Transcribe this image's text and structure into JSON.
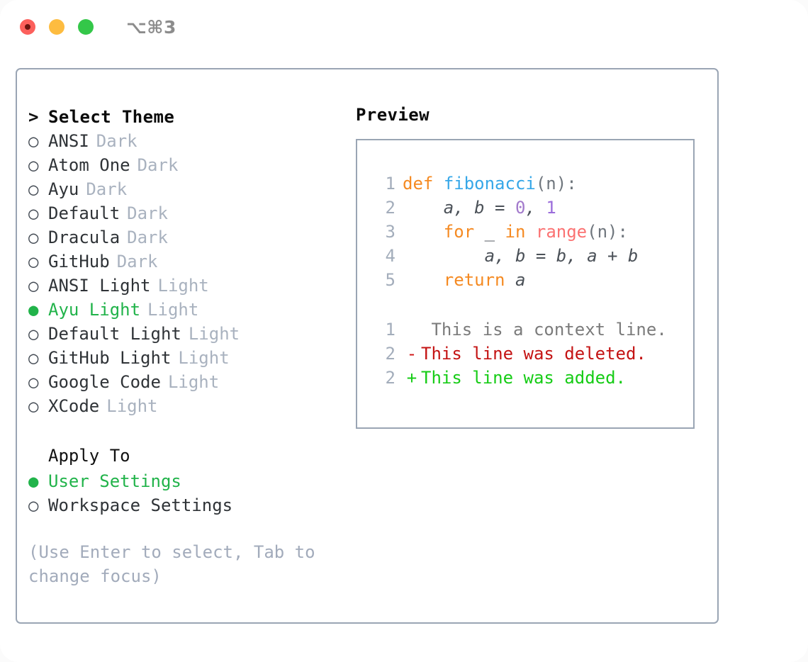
{
  "window": {
    "title": "⌥⌘3",
    "traffic_lights": [
      "close-red",
      "minimize-yellow",
      "zoom-green"
    ]
  },
  "colors": {
    "accent_green": "#21b34a",
    "muted": "#a9b2bf",
    "border": "#9aa5b4",
    "keyword": "#f58a22",
    "function": "#36a7e8",
    "number": "#a37acc",
    "builtin": "#fb7272",
    "diff_add": "#16cc16",
    "diff_del": "#c41313"
  },
  "theme_picker": {
    "prompt_marker": ">",
    "heading": "Select Theme",
    "marker_off": "○",
    "marker_on": "●",
    "items": [
      {
        "name": "ANSI",
        "tag": "Dark",
        "selected": false
      },
      {
        "name": "Atom One",
        "tag": "Dark",
        "selected": false
      },
      {
        "name": "Ayu",
        "tag": "Dark",
        "selected": false
      },
      {
        "name": "Default",
        "tag": "Dark",
        "selected": false
      },
      {
        "name": "Dracula",
        "tag": "Dark",
        "selected": false
      },
      {
        "name": "GitHub",
        "tag": "Dark",
        "selected": false
      },
      {
        "name": "ANSI Light",
        "tag": "Light",
        "selected": false
      },
      {
        "name": "Ayu Light",
        "tag": "Light",
        "selected": true
      },
      {
        "name": "Default Light",
        "tag": "Light",
        "selected": false
      },
      {
        "name": "GitHub Light",
        "tag": "Light",
        "selected": false
      },
      {
        "name": "Google Code",
        "tag": "Light",
        "selected": false
      },
      {
        "name": "XCode",
        "tag": "Light",
        "selected": false
      }
    ]
  },
  "apply_to": {
    "heading": "Apply To",
    "options": [
      {
        "label": "User Settings",
        "selected": true
      },
      {
        "label": "Workspace Settings",
        "selected": false
      }
    ]
  },
  "hint": "(Use Enter to select, Tab to change focus)",
  "preview": {
    "title": "Preview",
    "code": {
      "line_numbers": [
        "1",
        "2",
        "3",
        "4",
        "5"
      ],
      "lines": [
        "def fibonacci(n):",
        "    a, b = 0, 1",
        "    for _ in range(n):",
        "        a, b = b, a + b",
        "    return a"
      ],
      "tokens": {
        "def": "def",
        "fn_name": "fibonacci",
        "open_paren_n": "(n):",
        "indent4": "    ",
        "indent8": "        ",
        "a_comma_b_eq": "a, b = ",
        "zero": "0",
        "comma_sp": ", ",
        "one": "1",
        "for": "for",
        "underscore": " _ ",
        "in": "in",
        "space": " ",
        "range": "range",
        "return": "return",
        "a_var": " a",
        "line4_rest": "a, b = b, a + b"
      }
    },
    "diff": [
      {
        "ln": "1",
        "sign": " ",
        "text": " This is a context line.",
        "kind": "context"
      },
      {
        "ln": "2",
        "sign": "-",
        "text": "This line was deleted.",
        "kind": "deleted"
      },
      {
        "ln": "2",
        "sign": "+",
        "text": "This line was added.",
        "kind": "added"
      }
    ]
  }
}
